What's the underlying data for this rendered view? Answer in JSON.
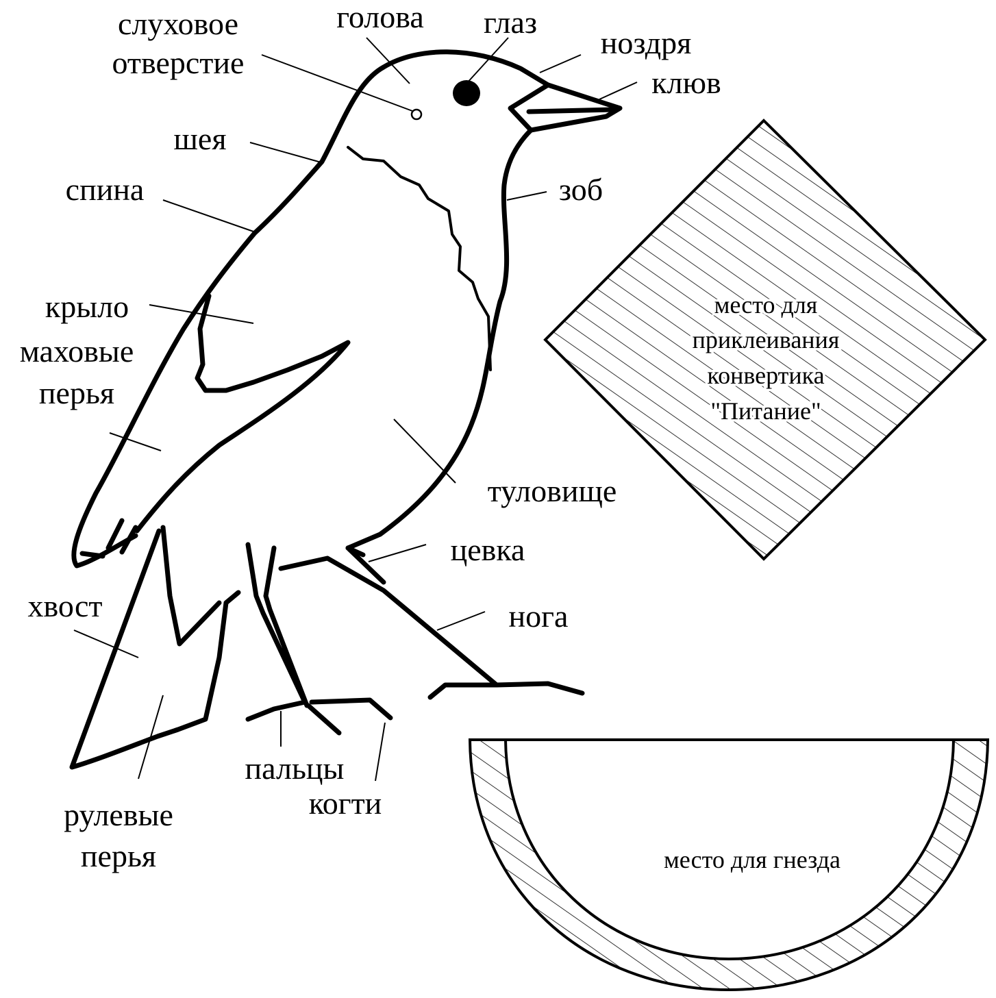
{
  "labels": {
    "ear_opening_line1": "слуховое",
    "ear_opening_line2": "отверстие",
    "head": "голова",
    "eye": "глаз",
    "nostril": "ноздря",
    "beak": "клюв",
    "neck": "шея",
    "back": "спина",
    "crop": "зоб",
    "wing": "крыло",
    "flight_feathers_line1": "маховые",
    "flight_feathers_line2": "перья",
    "body": "туловище",
    "tarsus": "цевка",
    "leg": "нога",
    "tail": "хвост",
    "toes": "пальцы",
    "claws": "когти",
    "tail_feathers_line1": "рулевые",
    "tail_feathers_line2": "перья"
  },
  "diamond_box": {
    "line1": "место для",
    "line2": "приклеивания",
    "line3": "конвертика",
    "line4": "\"Питание\""
  },
  "nest_box": {
    "label": "место для гнезда"
  },
  "colors": {
    "ink": "#000000",
    "paper": "#ffffff"
  }
}
